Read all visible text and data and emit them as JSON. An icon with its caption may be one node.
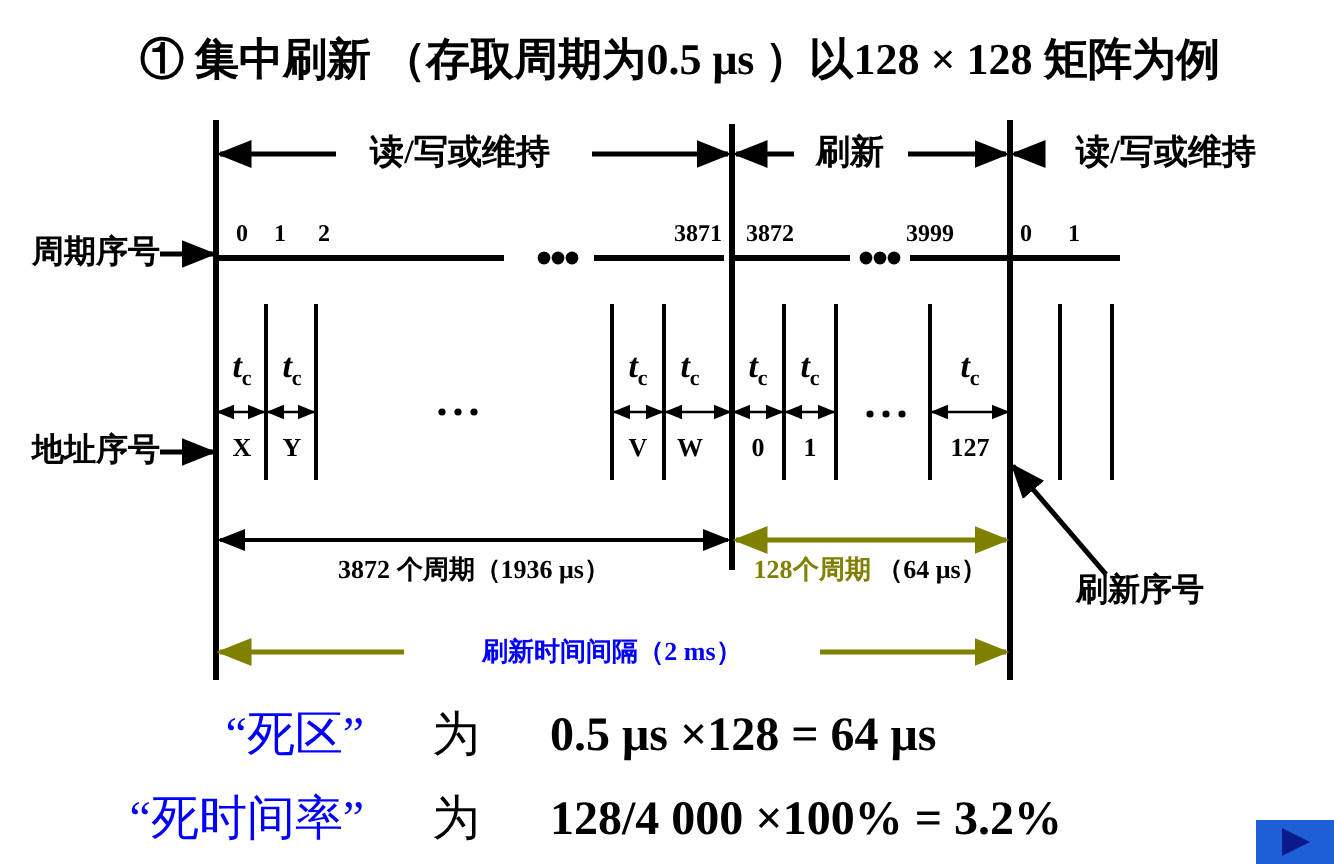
{
  "diagram": {
    "nodes": [
      {
        "text": [
          "周期序号"
        ]
      },
      {
        "text": [
          "地址序号"
        ]
      },
      {
        "text": [
          "刷新序号"
        ]
      },
      {
        "text": [],
        "shape": "bar"
      },
      {
        "text": [],
        "shape": "bar"
      }
    ],
    "edges": [
      {
        "from": 0,
        "to": 3,
        "arrow": "to"
      },
      {
        "from": 1,
        "to": 3,
        "arrow": "to"
      },
      {
        "from": 2,
        "to": 4,
        "arrow": "to"
      }
    ],
    "labels": [
      "① 集中刷新 （存取周期为0.5 μs ）以128 × 128 矩阵为例",
      "读/写或维持",
      "刷新",
      "读/写或维持",
      "0",
      "1",
      "2",
      "3871",
      "3872",
      "3999",
      "0",
      "1",
      "*t*$_{c}$",
      "*t*$_{c}$",
      "*t*$_{c}$",
      "*t*$_{c}$",
      "*t*$_{c}$",
      "*t*$_{c}$",
      "*t*$_{c}$",
      "X",
      "Y",
      "V",
      "W",
      "0",
      "1",
      "127",
      "3872 个周期（1936 μs）",
      "128个周期",
      "（64 μs）",
      "刷新时间间隔（2 ms）",
      "“死区”",
      "为",
      "0.5 μs ×128 = 64 μs",
      "“死时间率”",
      "为",
      "128/4 000 ×100% = 3.2%"
    ]
  }
}
